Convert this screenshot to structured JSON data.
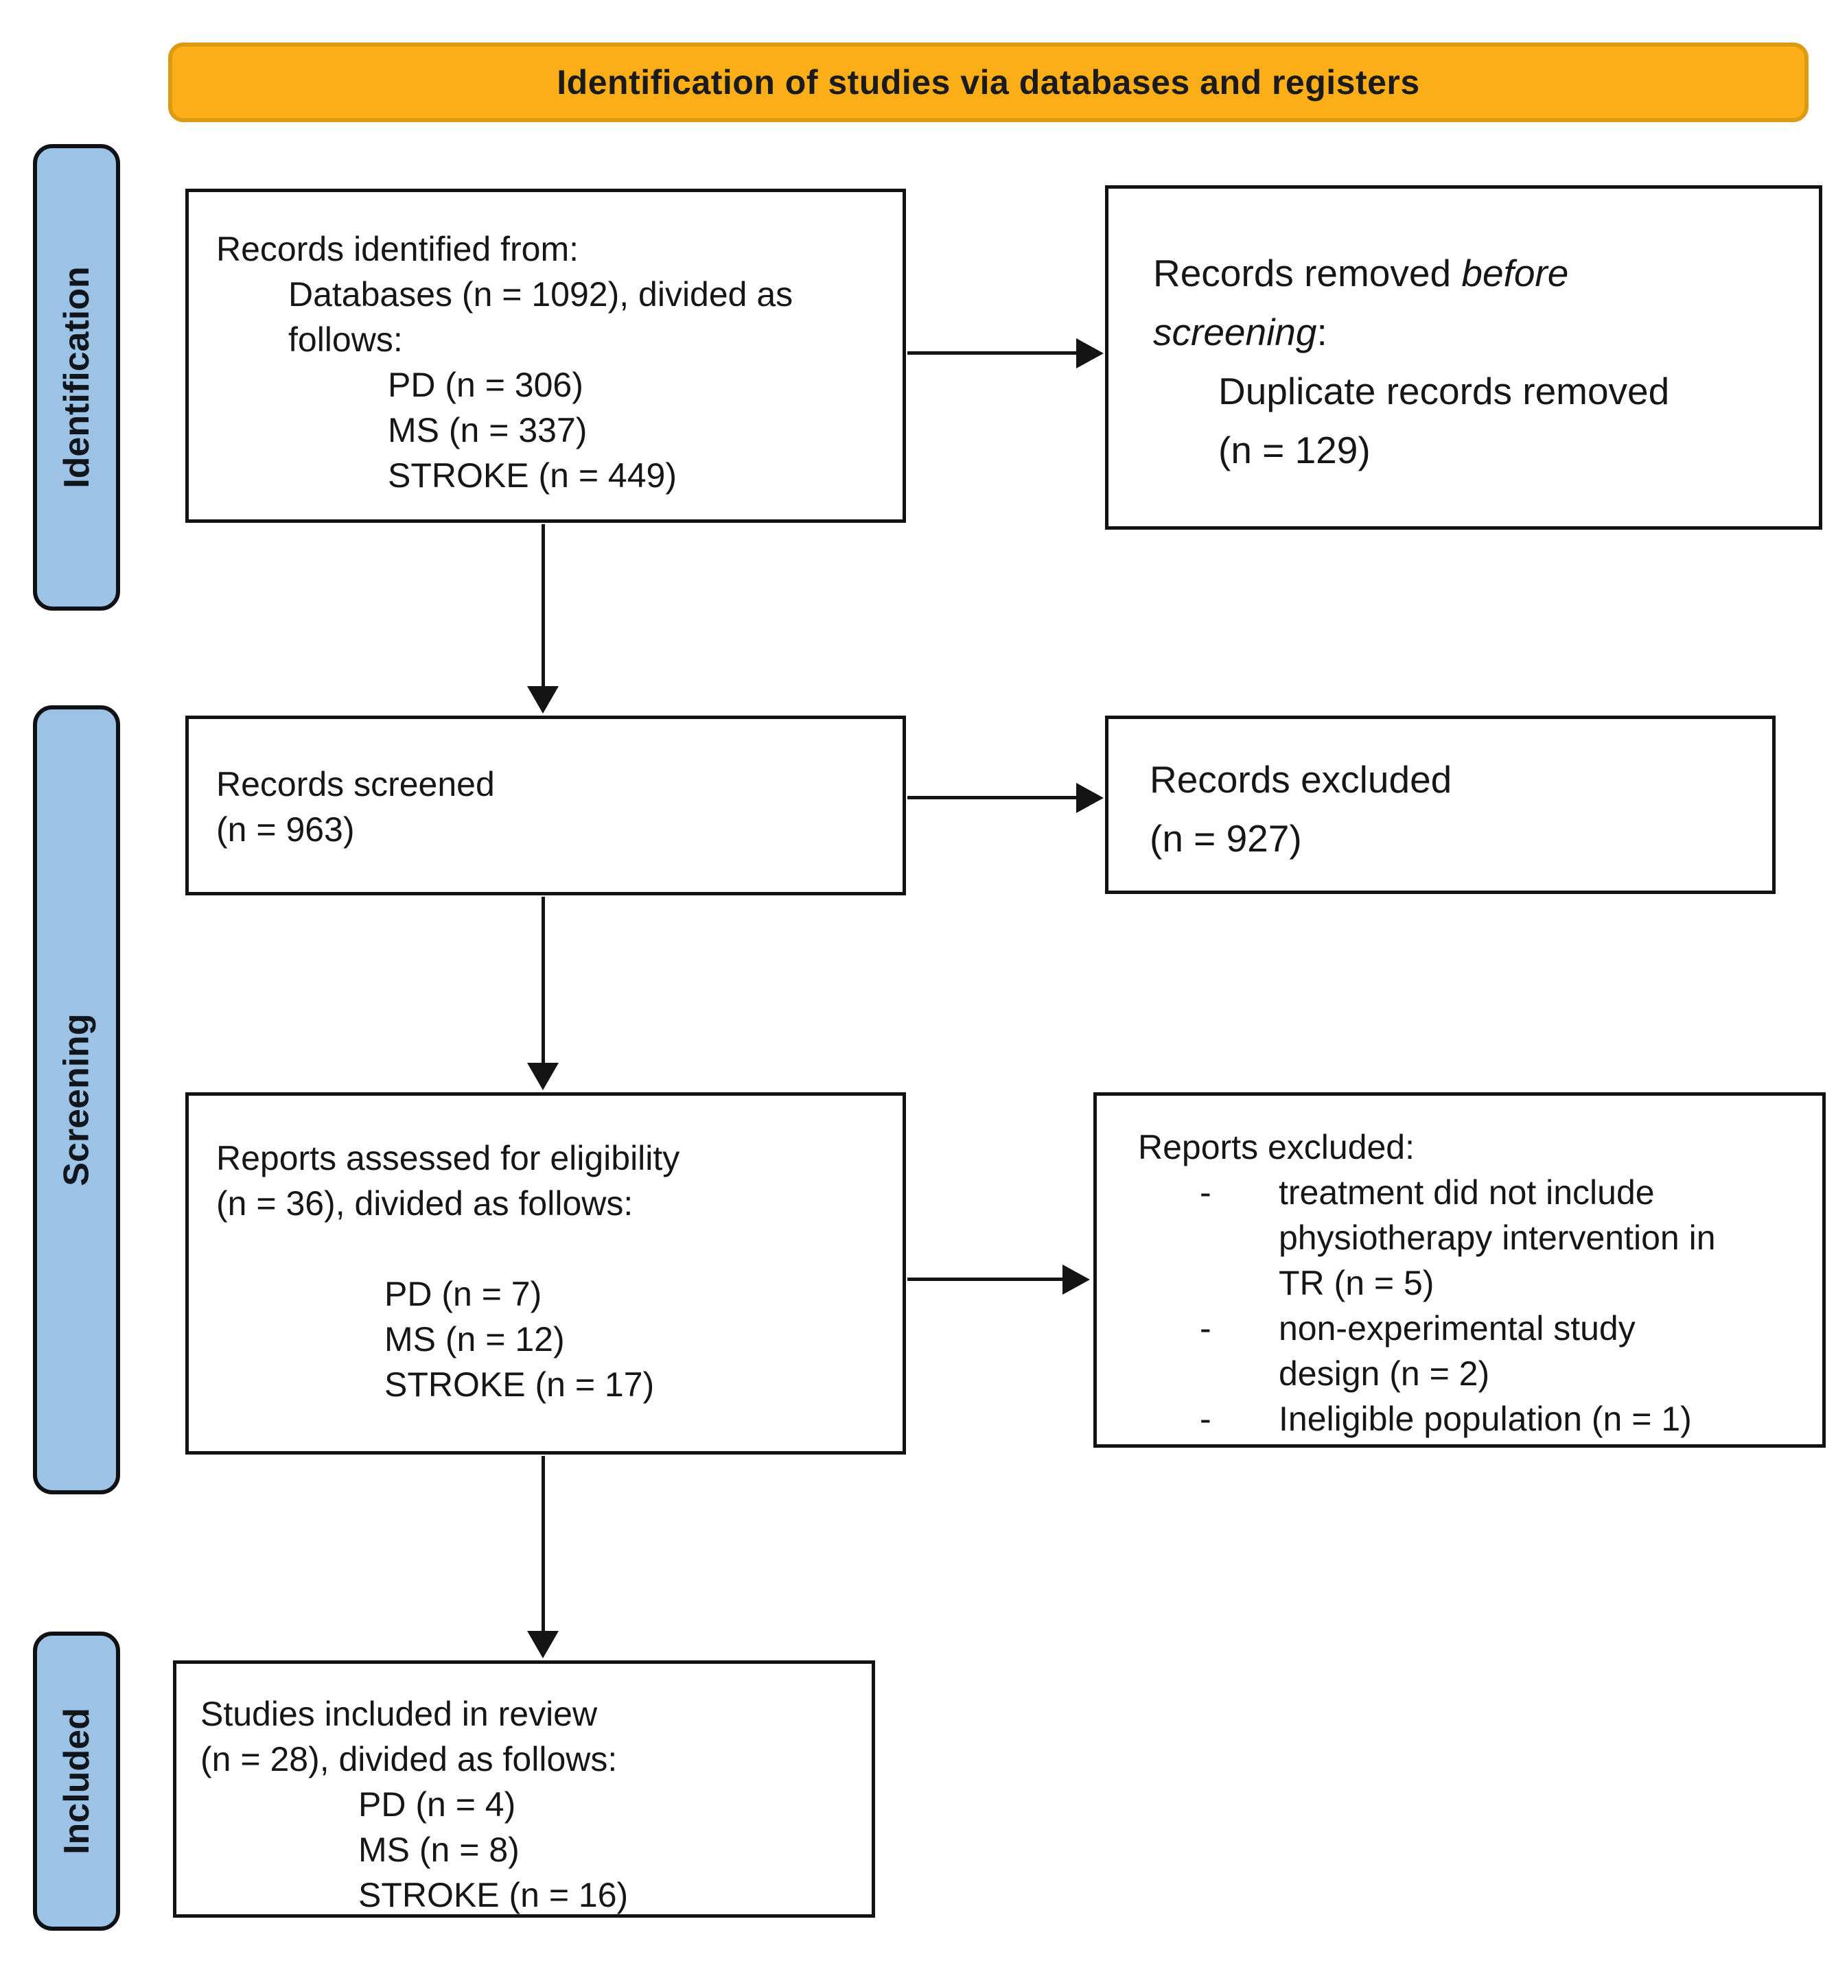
{
  "banner": {
    "title": "Identification of studies via databases and registers"
  },
  "sidebar": {
    "identification": "Identification",
    "screening": "Screening",
    "included": "Included"
  },
  "boxes": {
    "identified": {
      "line1": "Records identified from:",
      "line2": "Databases (n = 1092), divided as",
      "line3": "follows:",
      "line4": "PD (n = 306)",
      "line5": "MS (n = 337)",
      "line6": "STROKE (n = 449)"
    },
    "removed": {
      "line1_normal": "Records removed ",
      "line1_italic": "before",
      "line2_italic": "screening",
      "line2_normal": ":",
      "line3": "Duplicate records removed",
      "line4": "(n = 129)"
    },
    "screened": {
      "line1": "Records screened",
      "line2": "(n = 963)"
    },
    "excluded": {
      "line1": "Records excluded",
      "line2": "(n = 927)"
    },
    "assessed": {
      "line1": "Reports assessed for eligibility",
      "line2": "(n = 36), divided as follows:",
      "line3": "PD (n = 7)",
      "line4": "MS (n = 12)",
      "line5": "STROKE (n = 17)"
    },
    "reports_excluded": {
      "title": "Reports excluded:",
      "bullet_marker": "-",
      "bullet1": "treatment did not include physiotherapy intervention in TR (n = 5)",
      "bullet2": "non-experimental study design (n = 2)",
      "bullet3": "Ineligible population (n = 1)"
    },
    "included_review": {
      "line1": "Studies included in review",
      "line2": "(n = 28), divided as follows:",
      "line3": "PD (n = 4)",
      "line4": "MS (n = 8)",
      "line5": "STROKE (n = 16)"
    }
  },
  "colors": {
    "banner_fill": "#FBAE17",
    "banner_border": "#DA9A12",
    "stage_fill": "#9CC3E5",
    "line": "#141414"
  }
}
